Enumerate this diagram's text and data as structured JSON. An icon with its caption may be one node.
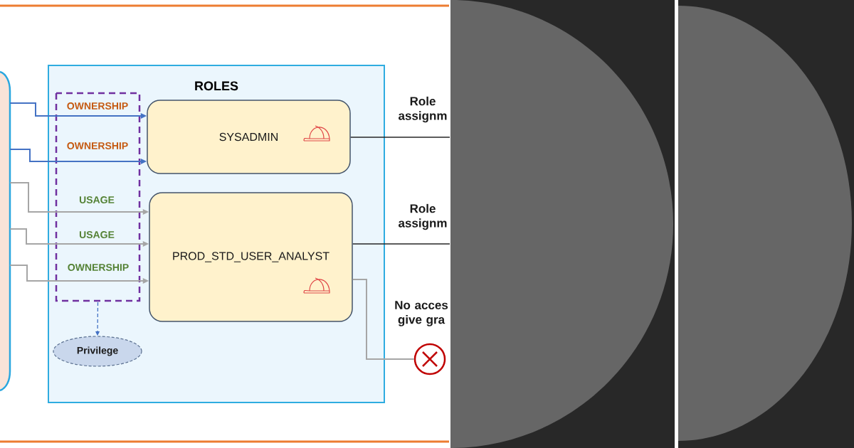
{
  "diagram": {
    "nodes": [
      {
        "text": [],
        "shape": "box"
      },
      {
        "text": [
          "ROLES"
        ]
      },
      {
        "text": [
          "SYSADMIN"
        ],
        "in": 1
      },
      {
        "text": [
          "PROD_STD_USER_ANALYST"
        ],
        "in": 1
      },
      {
        "text": [
          "Privilege"
        ],
        "in": 1
      },
      {
        "text": [],
        "shape": "circle",
        "beside": [
          "No acces give gra"
        ]
      }
    ],
    "edges": [
      {
        "from": 0,
        "to": 2,
        "arrow": "to",
        "label": "OWNERSHIP",
        "color": "#4472c4"
      },
      {
        "from": 0,
        "to": 2,
        "arrow": "to",
        "label": "OWNERSHIP",
        "color": "#4472c4"
      },
      {
        "from": 0,
        "to": 3,
        "arrow": "to",
        "label": "USAGE"
      },
      {
        "from": 0,
        "to": 3,
        "arrow": "to",
        "label": "USAGE"
      },
      {
        "from": 0,
        "to": 3,
        "arrow": "to",
        "label": "OWNERSHIP"
      },
      {
        "from": null,
        "to": 4,
        "arrow": "to",
        "style": "dashed",
        "color": "#4472c4"
      },
      {
        "from": 2,
        "to": null,
        "arrow": "none",
        "label": "Role assignm",
        "color": "#262626"
      },
      {
        "from": 3,
        "to": null,
        "arrow": "none",
        "label": "Role assignm",
        "color": "#262626"
      },
      {
        "from": 3,
        "to": 5,
        "arrow": "none"
      }
    ]
  }
}
